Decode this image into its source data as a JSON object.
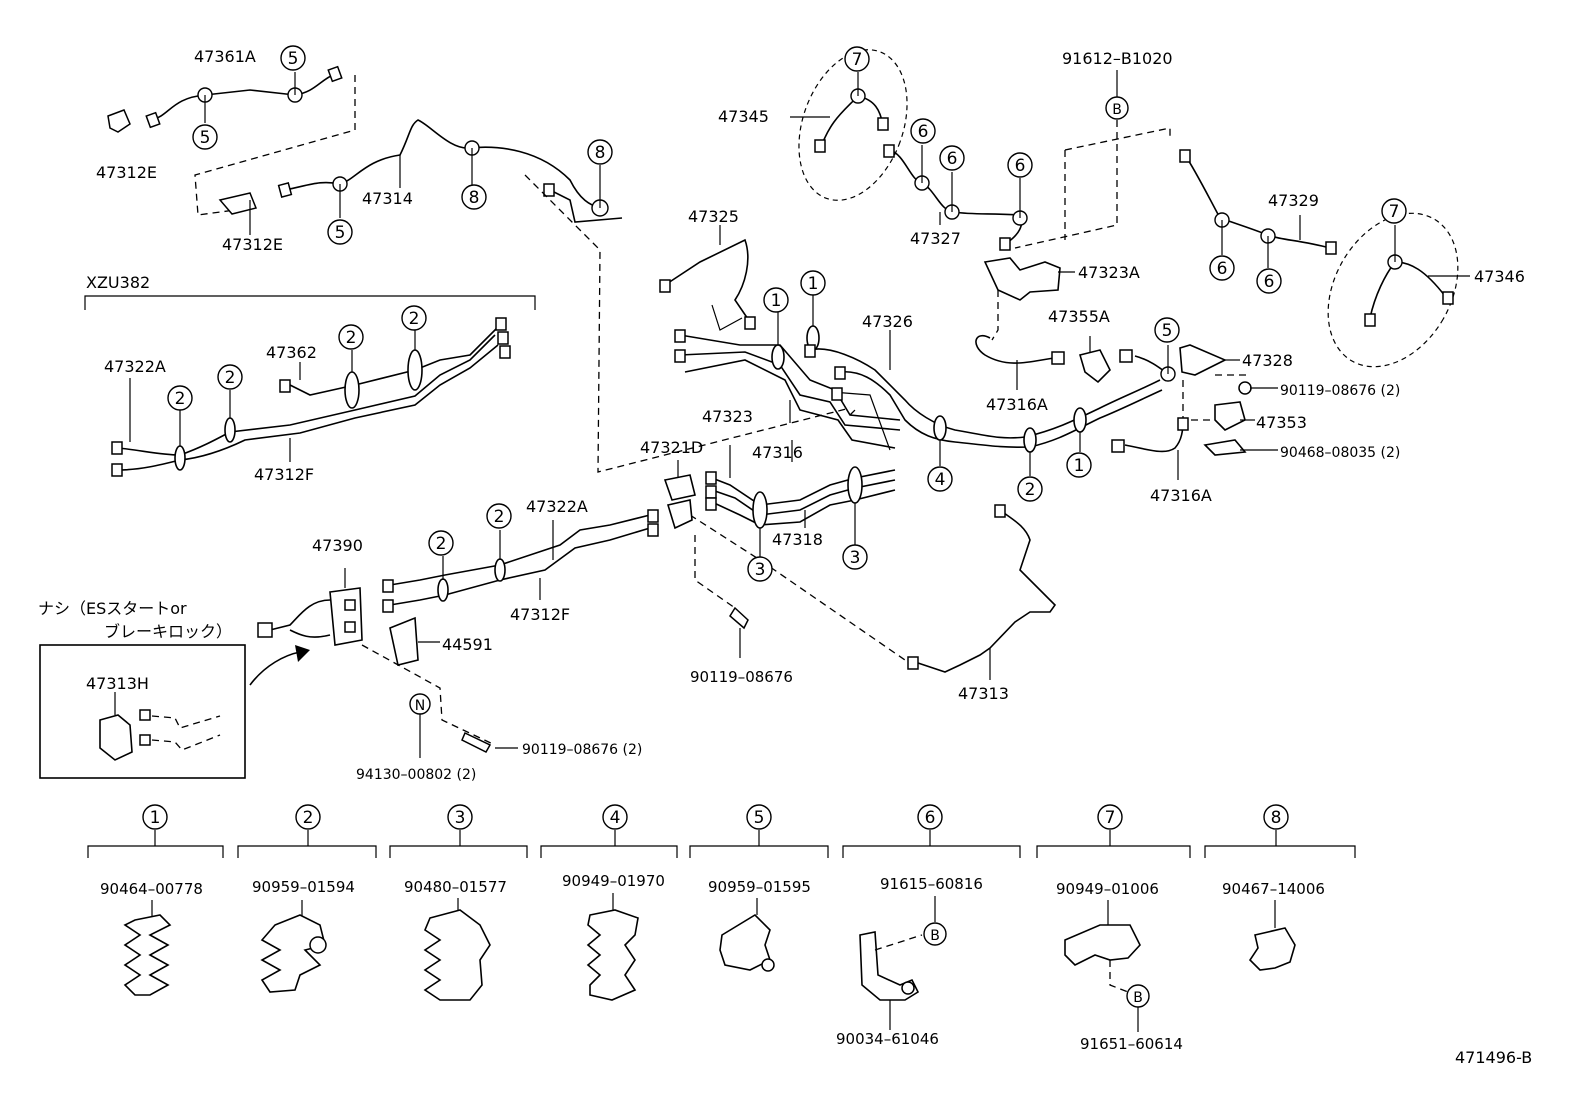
{
  "diagram_id": "471496-B",
  "model_header": "XZU382",
  "note_lines": [
    "ナシ（ESスタートor",
    "ブレーキロック）"
  ],
  "parts": {
    "p47361A": "47361A",
    "p47312E_a": "47312E",
    "p47312E_b": "47312E",
    "p47314": "47314",
    "p47345": "47345",
    "p47327": "47327",
    "p91612": "91612–B1020",
    "p47329": "47329",
    "p47346": "47346",
    "p47325": "47325",
    "p47323A": "47323A",
    "p47326": "47326",
    "p47355A": "47355A",
    "p47328": "47328",
    "p47316A_a": "47316A",
    "p47316A_b": "47316A",
    "p90119_r": "90119–08676 (2)",
    "p47353": "47353",
    "p90468": "90468–08035 (2)",
    "p47322A_a": "47322A",
    "p47362": "47362",
    "p47312F_a": "47312F",
    "p47323": "47323",
    "p47321D": "47321D",
    "p47316": "47316",
    "p47318": "47318",
    "p47322A_b": "47322A",
    "p47312F_b": "47312F",
    "p47390": "47390",
    "p44591": "44591",
    "p90119_m": "90119–08676",
    "p47313": "47313",
    "p47313H": "47313H",
    "p90119_b": "90119–08676 (2)",
    "p94130": "94130–00802 (2)"
  },
  "ref_marks": {
    "one": "1",
    "two": "2",
    "three": "3",
    "four": "4",
    "five": "5",
    "six": "6",
    "seven": "7",
    "eight": "8",
    "b": "B",
    "n": "N"
  },
  "legend": [
    {
      "num": "1",
      "part": "90464–00778"
    },
    {
      "num": "2",
      "part": "90959–01594"
    },
    {
      "num": "3",
      "part": "90480–01577"
    },
    {
      "num": "4",
      "part": "90949–01970"
    },
    {
      "num": "5",
      "part": "90959–01595"
    },
    {
      "num": "6",
      "part": "91615–60816",
      "part2": "90034–61046"
    },
    {
      "num": "7",
      "part": "90949–01006",
      "part2": "91651–60614"
    },
    {
      "num": "8",
      "part": "90467–14006"
    }
  ]
}
